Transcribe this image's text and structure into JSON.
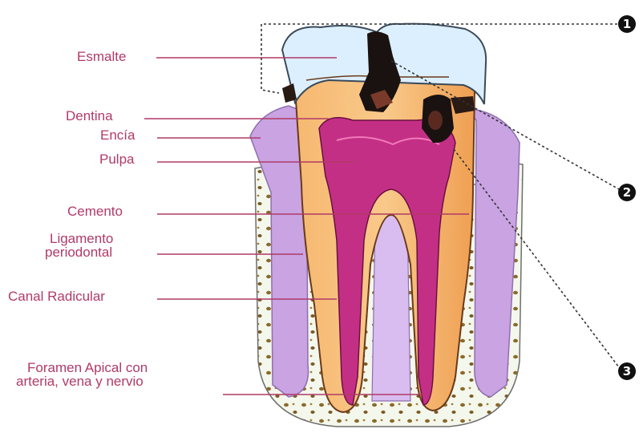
{
  "labels": {
    "esmalte": "Esmalte",
    "dentina": "Dentina",
    "encia": "Encía",
    "pulpa": "Pulpa",
    "cemento": "Cemento",
    "ligamento_1": "Ligamento",
    "ligamento_2": "periodontal",
    "canal": "Canal Radicular",
    "foramen_1": "Foramen Apical con",
    "foramen_2": "arteria, vena y nervio"
  },
  "markers": [
    "1",
    "2",
    "3"
  ],
  "colors": {
    "label_text": "#b03a67",
    "leader_line": "#b03a67",
    "enamel": "#dcefff",
    "dentin": "#f2a860",
    "pulp": "#c42f86",
    "gum": "#c9a3e2",
    "bone": "#f4f7ec",
    "cavity": "#1a1210"
  }
}
